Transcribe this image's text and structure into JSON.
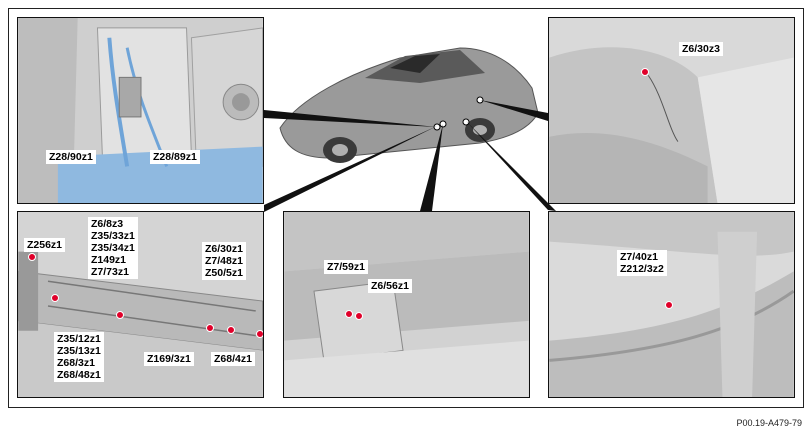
{
  "panels": {
    "top_left": {
      "labels": [
        "Z28/90z1",
        "Z28/89z1"
      ]
    },
    "top_right": {
      "labels": [
        "Z6/30z3"
      ]
    },
    "bottom_left": {
      "group_a": [
        "Z256z1"
      ],
      "group_b": [
        "Z6/8z3",
        "Z35/33z1",
        "Z35/34z1",
        "Z149z1",
        "Z7/73z1"
      ],
      "group_c": [
        "Z6/30z1",
        "Z7/48z1",
        "Z50/5z1"
      ],
      "group_d": [
        "Z35/12z1",
        "Z35/13z1",
        "Z68/3z1",
        "Z68/48z1"
      ],
      "group_e": [
        "Z169/3z1"
      ],
      "group_f": [
        "Z68/4z1"
      ]
    },
    "bottom_mid": {
      "labels": [
        "Z7/59z1",
        "Z6/56z1"
      ]
    },
    "bottom_right": {
      "labels": [
        "Z7/40z1",
        "Z212/3z2"
      ]
    }
  },
  "figure_code": "P00.19-A479-79",
  "colors": {
    "marker": "#e0002a",
    "cable": "#6fa4d8",
    "border": "#111111"
  }
}
